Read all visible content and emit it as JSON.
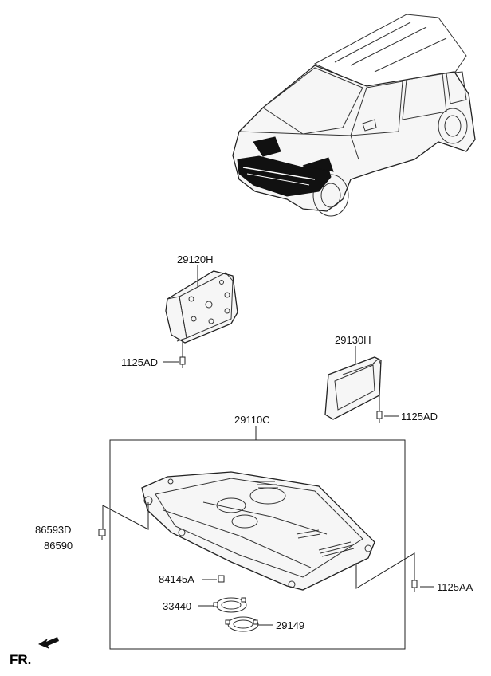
{
  "callouts": {
    "p29120H": "29120H",
    "p1125AD_left": "1125AD",
    "p29130H": "29130H",
    "p1125AD_right": "1125AD",
    "p29110C": "29110C",
    "p86593D": "86593D",
    "p86590": "86590",
    "p84145A": "84145A",
    "p1125AA": "1125AA",
    "p33440": "33440",
    "p29149": "29149"
  },
  "direction_label": "FR.",
  "colors": {
    "line": "#222222",
    "highlight": "#111111",
    "part_fill": "#f6f6f6"
  }
}
